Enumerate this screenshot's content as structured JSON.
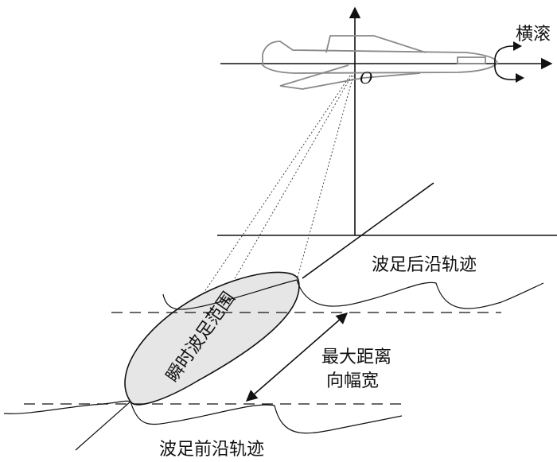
{
  "labels": {
    "roll": "横滚",
    "origin": "O",
    "trailing_edge_track": "波足后沿轨迹",
    "instant_footprint": "瞬时波足范围",
    "max_range_width_line1": "最大距离",
    "max_range_width_line2": "向幅宽",
    "leading_edge_track": "波足前沿轨迹"
  },
  "colors": {
    "line": "#111111",
    "footprint_fill": "#e6e6e6",
    "aircraft_outline": "#8a8a8a"
  }
}
